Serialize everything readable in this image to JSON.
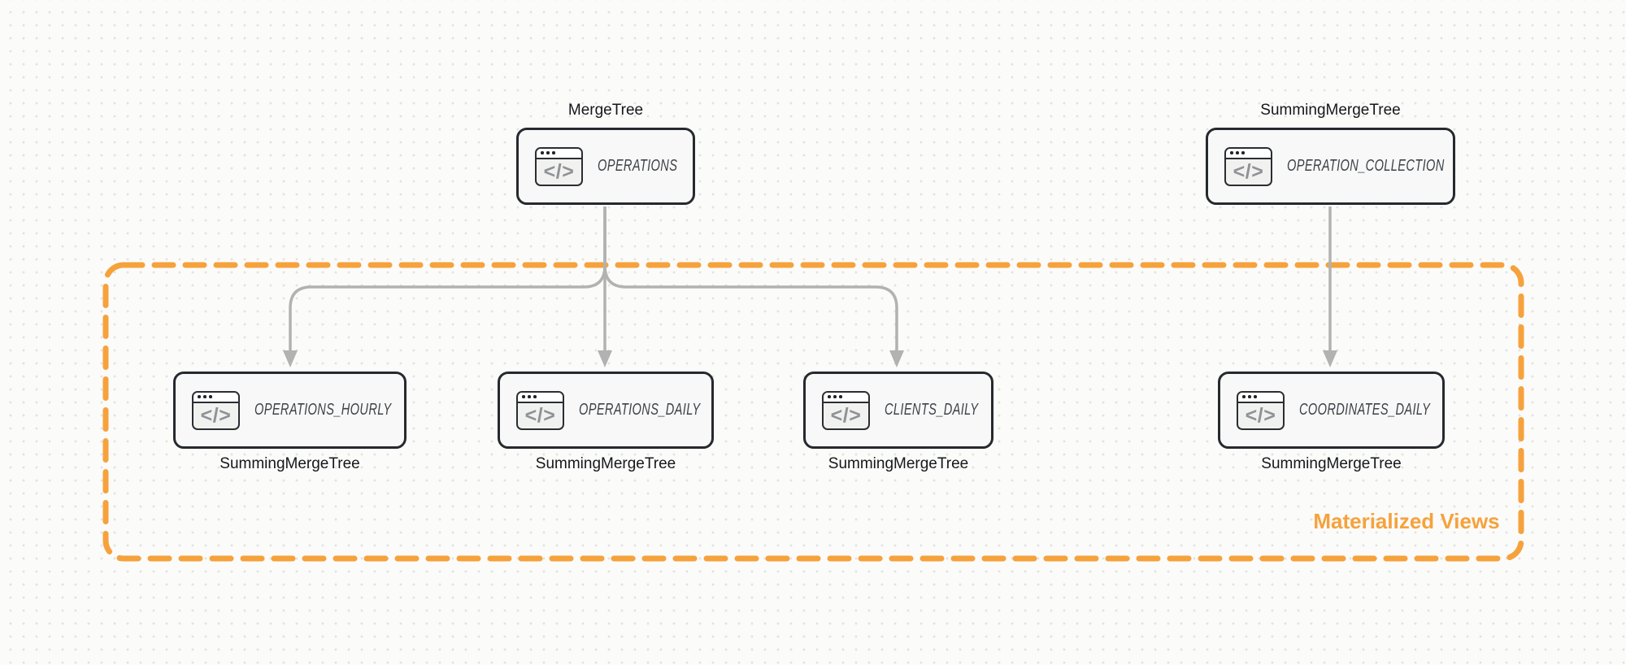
{
  "diagram": {
    "kind": "clickhouse-materialized-views-flow",
    "group": {
      "label": "Materialized Views"
    }
  },
  "nodes": [
    {
      "id": "operations",
      "title": "OPERATIONS",
      "engine": "MergeTree",
      "engine_label_position": "top"
    },
    {
      "id": "operation-collection",
      "title": "OPERATION_COLLECTION",
      "engine": "SummingMergeTree",
      "engine_label_position": "top"
    },
    {
      "id": "operations-hourly",
      "title": "OPERATIONS_HOURLY",
      "engine": "SummingMergeTree",
      "engine_label_position": "bottom"
    },
    {
      "id": "operations-daily",
      "title": "OPERATIONS_DAILY",
      "engine": "SummingMergeTree",
      "engine_label_position": "bottom"
    },
    {
      "id": "clients-daily",
      "title": "CLIENTS_DAILY",
      "engine": "SummingMergeTree",
      "engine_label_position": "bottom"
    },
    {
      "id": "coordinates-daily",
      "title": "COORDINATES_DAILY",
      "engine": "SummingMergeTree",
      "engine_label_position": "bottom"
    }
  ],
  "edges": [
    {
      "from": "operations",
      "to": "operations-hourly"
    },
    {
      "from": "operations",
      "to": "operations-daily"
    },
    {
      "from": "operations",
      "to": "clients-daily"
    },
    {
      "from": "operation-collection",
      "to": "coordinates-daily"
    }
  ],
  "icon": {
    "name": "code-window-icon",
    "glyph": "</>"
  },
  "colors": {
    "accent_orange": "#F6A23C",
    "edge_gray": "#B2B2B2",
    "node_border": "#26292E",
    "node_fill": "#F7F8F7",
    "canvas_bg": "#FBFBFA",
    "dot_grid": "#E3E3E3"
  }
}
